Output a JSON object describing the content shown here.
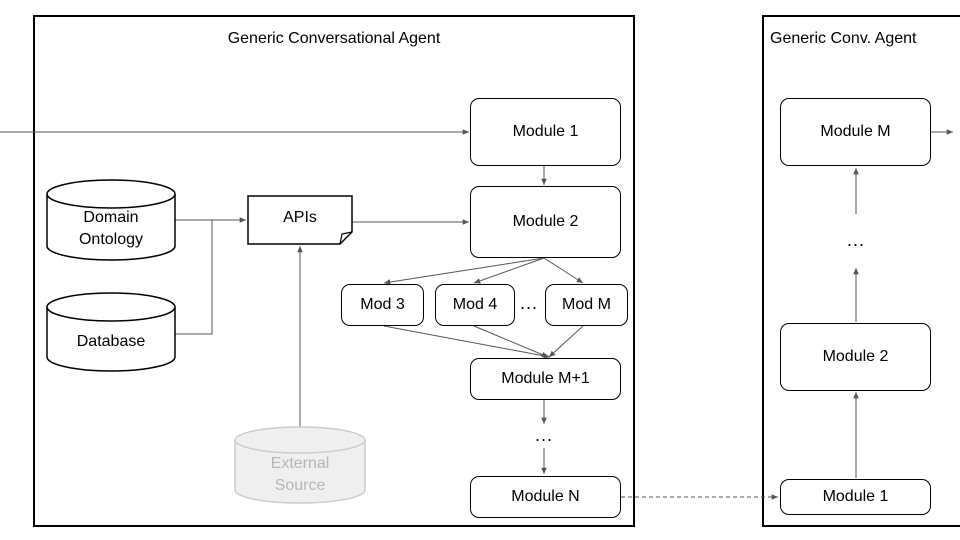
{
  "left_agent": {
    "title": "Generic Conversational Agent",
    "modules": {
      "m1": "Module 1",
      "m2": "Module 2",
      "mod3": "Mod 3",
      "mod4": "Mod 4",
      "modm": "Mod M",
      "mm1": "Module M+1",
      "mn": "Module N"
    },
    "ellipsis_between_mods": "...",
    "ellipsis_before_n": "...",
    "apis": "APIs",
    "domain_ontology": {
      "line1": "Domain",
      "line2": "Ontology"
    },
    "database": "Database",
    "external_source": {
      "line1": "External",
      "line2": "Source"
    }
  },
  "right_agent": {
    "title": "Generic Conv. Agent",
    "modules": {
      "m1": "Module 1",
      "m2": "Module 2",
      "mm": "Module M"
    },
    "ellipsis": "..."
  },
  "colors": {
    "line": "#555555",
    "border": "#000000",
    "external_source_fill": "#efefef",
    "external_source_stroke": "#cccccc",
    "external_source_text": "#b5b5b5"
  }
}
